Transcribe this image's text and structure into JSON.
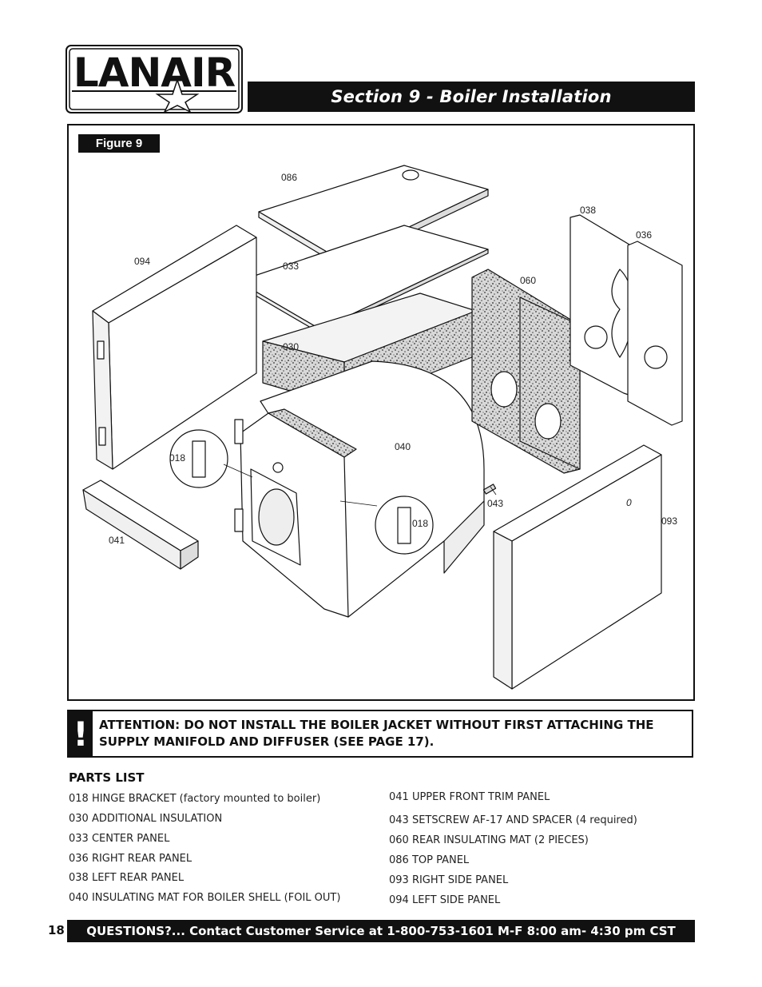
{
  "header": {
    "logo_text": "LANAIR",
    "section_title": "Section 9 - Boiler Installation"
  },
  "figure": {
    "tag": "Figure  9",
    "part_labels": {
      "p086": "086",
      "p038": "038",
      "p036": "036",
      "p094": "094",
      "p033": "033",
      "p060": "060",
      "p030": "030",
      "p040": "040",
      "p018a": "018",
      "p018b": "018",
      "p043": "043",
      "p093": "093",
      "p041": "041",
      "p0": "0"
    }
  },
  "attention": {
    "icon": "!",
    "text": "ATTENTION: DO NOT INSTALL THE  BOILER JACKET WITHOUT FIRST ATTACHING THE SUPPLY MANIFOLD AND DIFFUSER (SEE PAGE 17)."
  },
  "parts_list": {
    "title": "PARTS LIST",
    "left": [
      "018 HINGE BRACKET (factory mounted to boiler)",
      "030 ADDITIONAL INSULATION",
      "033 CENTER PANEL",
      "036 RIGHT REAR PANEL",
      "038 LEFT REAR PANEL",
      "040 INSULATING MAT FOR BOILER SHELL (FOIL OUT)"
    ],
    "right": [
      "041 UPPER FRONT TRIM PANEL",
      "043 SETSCREW AF-17 AND SPACER (4 required)",
      "060 REAR INSULATING MAT (2 PIECES)",
      "086 TOP PANEL",
      "093 RIGHT SIDE PANEL",
      "094 LEFT SIDE PANEL"
    ]
  },
  "footer": {
    "page_number": "18",
    "text": "QUESTIONS?... Contact Customer Service at 1-800-753-1601 M-F 8:00 am- 4:30 pm CST"
  }
}
